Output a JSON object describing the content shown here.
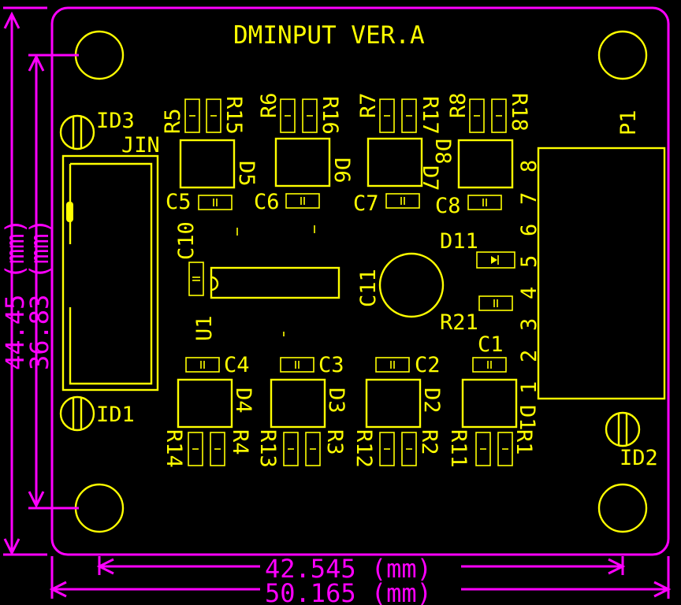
{
  "board": {
    "title": "DMINPUT VER.A"
  },
  "colors": {
    "background": "#000000",
    "silkscreen": "#ffff00",
    "outline": "#ff00ff"
  },
  "labels": {
    "ID3": "ID3",
    "ID1": "ID1",
    "ID2": "ID2",
    "JIN": "JIN",
    "P1": "P1",
    "R5": "R5",
    "R15": "R15",
    "R6": "R6",
    "R16": "R16",
    "R7": "R7",
    "R17": "R17",
    "R8": "R8",
    "R18": "R18",
    "D5": "D5",
    "D6": "D6",
    "D7": "D7",
    "D8": "D8",
    "C5": "C5",
    "C6": "C6",
    "C7": "C7",
    "C8": "C8",
    "C10": "C10",
    "C11": "C11",
    "D11": "D11",
    "R21": "R21",
    "U1": "U1",
    "C4": "C4",
    "C3": "C3",
    "C2": "C2",
    "C1": "C1",
    "D4": "D4",
    "D3": "D3",
    "D2": "D2",
    "D1": "D1",
    "R14": "R14",
    "R4": "R4",
    "R13": "R13",
    "R3": "R3",
    "R12": "R12",
    "R2": "R2",
    "R11": "R11",
    "R1": "R1"
  },
  "p1_pins": [
    "8",
    "7",
    "6",
    "5",
    "4",
    "3",
    "2",
    "1"
  ],
  "dimensions": {
    "inner_width": "42.545 (mm)",
    "outer_width": "50.165 (mm)",
    "outer_height": "44.45 (mm)",
    "inner_height": "36.83 (mm)"
  }
}
